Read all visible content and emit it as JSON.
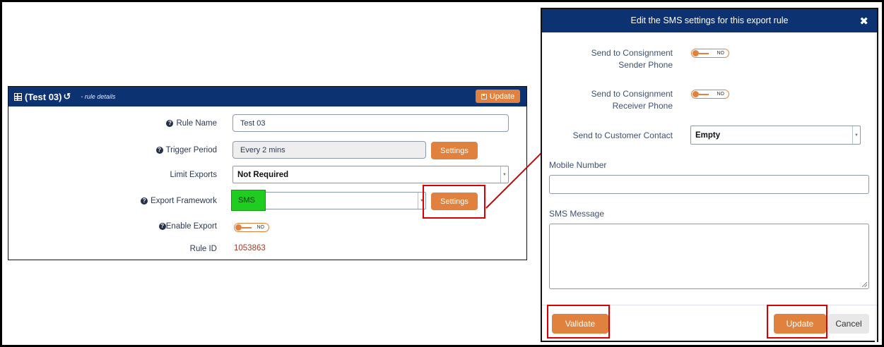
{
  "rule_panel": {
    "title": "(Test 03)",
    "history_glyph": "↺",
    "subtitle": "- rule details",
    "header_update_label": "Update",
    "rule_name": {
      "label": "Rule Name",
      "value": "Test 03"
    },
    "trigger_period": {
      "label": "Trigger Period",
      "value": "Every 2 mins",
      "settings_label": "Settings"
    },
    "limit_exports": {
      "label": "Limit Exports",
      "value": "Not Required"
    },
    "export_framework": {
      "label": "Export Framework",
      "value": "SMS",
      "settings_label": "Settings"
    },
    "enable_export": {
      "label": "Enable Export",
      "toggle_text": "NO"
    },
    "rule_id": {
      "label": "Rule ID",
      "value": "1053863"
    }
  },
  "modal": {
    "title": "Edit the SMS settings for this export rule",
    "close_glyph": "✖",
    "sender_phone": {
      "label_line1": "Send to Consignment",
      "label_line2": "Sender Phone",
      "toggle_text": "NO"
    },
    "receiver_phone": {
      "label_line1": "Send to Consignment",
      "label_line2": "Receiver Phone",
      "toggle_text": "NO"
    },
    "customer_contact": {
      "label": "Send to Customer Contact",
      "value": "Empty"
    },
    "mobile_number": {
      "label": "Mobile Number",
      "value": ""
    },
    "sms_message": {
      "label": "SMS Message",
      "value": ""
    },
    "validate_label": "Validate",
    "update_label": "Update",
    "cancel_label": "Cancel"
  },
  "colors": {
    "header_navy": "#0d3272",
    "accent_orange": "#e0823d",
    "highlight_green": "#1fcc1f",
    "annotation_red": "#d80000",
    "rule_id_color": "#9c3b2a"
  }
}
